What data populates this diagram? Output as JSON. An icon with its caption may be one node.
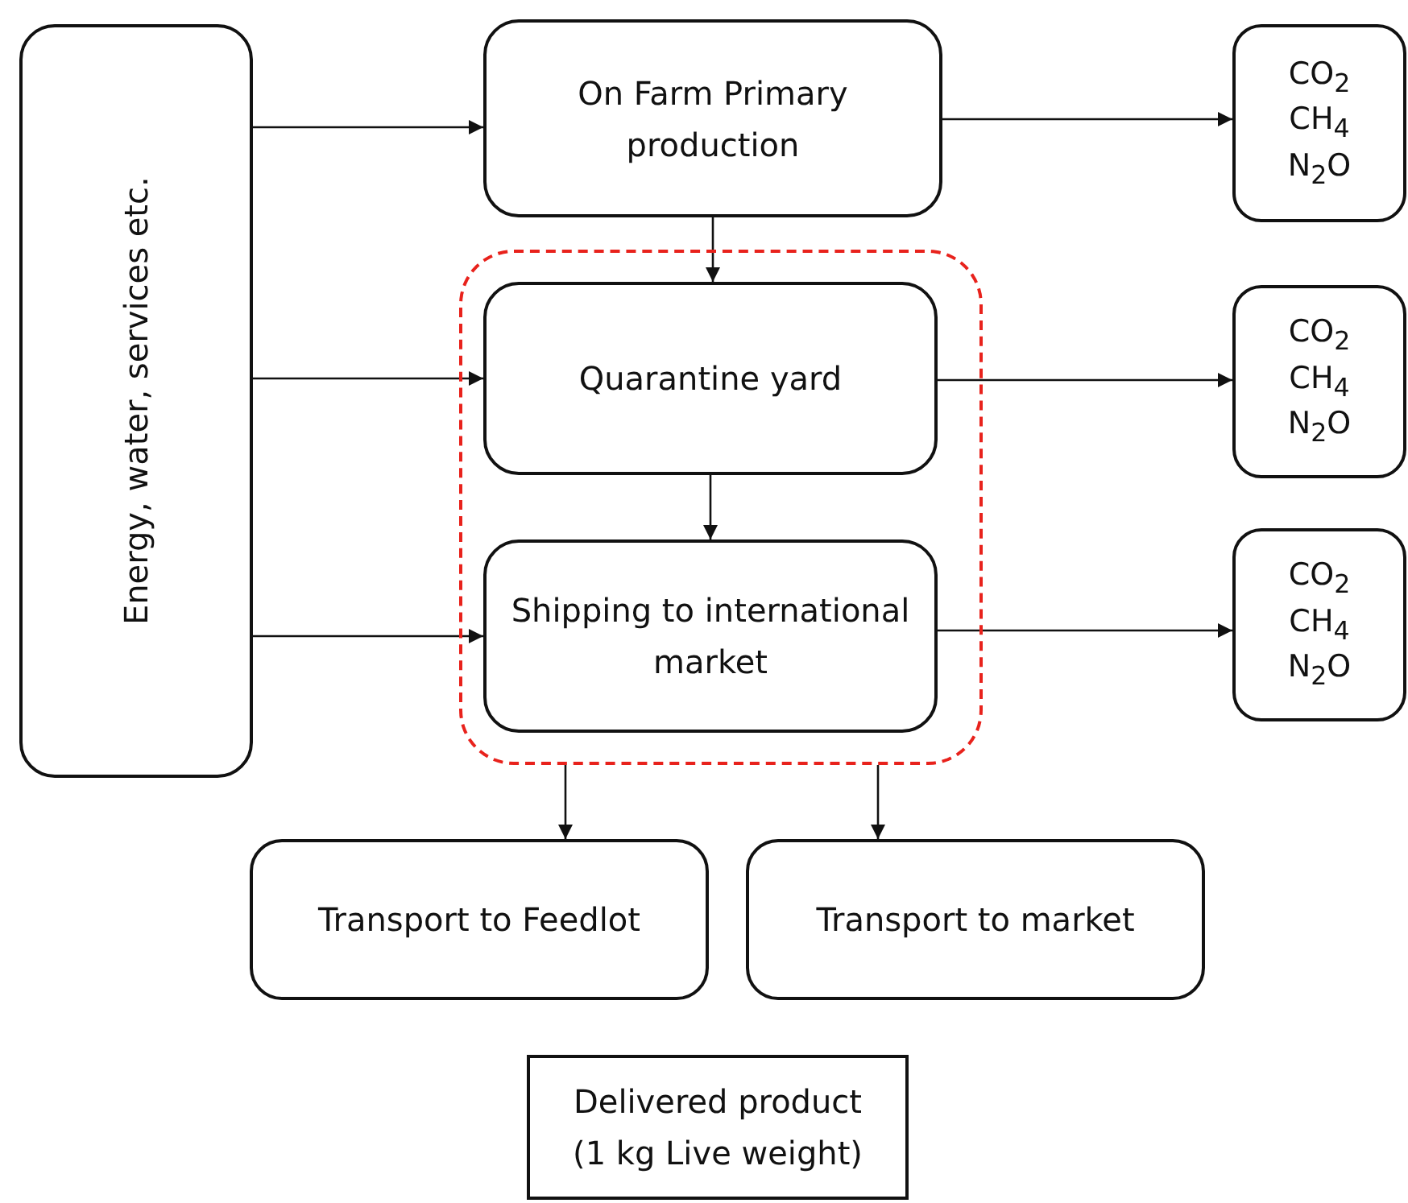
{
  "diagram": {
    "nodes": [
      {
        "text": [
          "Energy, water, services etc."
        ]
      },
      {
        "text": [
          "On Farm Primary production"
        ]
      },
      {
        "text": [],
        "shape": "box"
      },
      {
        "text": [
          "Quarantine yard"
        ],
        "in": 2
      },
      {
        "text": [
          "Shipping to international market"
        ],
        "in": 2
      },
      {
        "text": [
          "CO$_{2}$ CH$_{4}$ N$_{2}$O"
        ]
      },
      {
        "text": [
          "CO$_{2}$ CH$_{4}$ N$_{2}$O"
        ]
      },
      {
        "text": [
          "CO$_{2}$ CH$_{4}$ N$_{2}$O"
        ]
      },
      {
        "text": [
          "Transport to Feedlot"
        ]
      },
      {
        "text": [
          "Transport to market"
        ]
      },
      {
        "text": [
          "Delivered product (1 kg Live weight)"
        ]
      }
    ],
    "edges": [
      {
        "from": 0,
        "to": 1,
        "arrow": "to"
      },
      {
        "from": 0,
        "to": 3,
        "arrow": "to"
      },
      {
        "from": 0,
        "to": 4,
        "arrow": "to"
      },
      {
        "from": 1,
        "to": 5,
        "arrow": "to"
      },
      {
        "from": 1,
        "to": 3,
        "arrow": "to"
      },
      {
        "from": 3,
        "to": 6,
        "arrow": "to"
      },
      {
        "from": 3,
        "to": 4,
        "arrow": "to"
      },
      {
        "from": 4,
        "to": 7,
        "arrow": "to"
      },
      {
        "from": 2,
        "to": 8,
        "arrow": "to"
      },
      {
        "from": 2,
        "to": 9,
        "arrow": "to"
      }
    ]
  }
}
